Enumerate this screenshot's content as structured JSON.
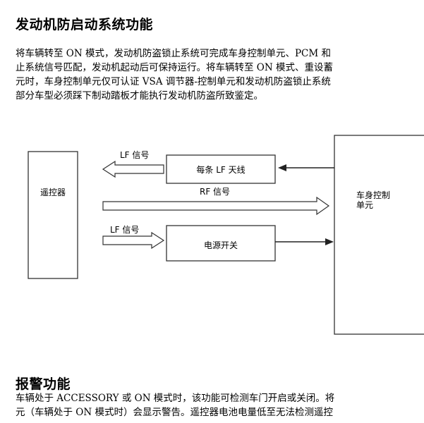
{
  "section1": {
    "title": "发动机防启动系统功能",
    "lines": [
      "将车辆转至  ON 模式，发动机防盗锁止系统可完成车身控制单元、PCM 和",
      "止系统信号匹配，发动机起动后可保持运行。将车辆转至  ON 模式、重设蓄",
      "元时，车身控制单元仅可认证  VSA 调节器-控制单元和发动机防盗锁止系统",
      "部分车型必须踩下制动踏板才能执行发动机防盗所致鉴定。"
    ]
  },
  "diagram": {
    "remote_label": "遥控器",
    "antenna_label": "每条 LF 天线",
    "power_switch_label": "电源开关",
    "body_control_label_line1": "车身控制",
    "body_control_label_line2": "单元",
    "lf_signal_top": "LF 信号",
    "rf_signal": "RF 信号",
    "lf_signal_bottom": "LF 信号"
  },
  "section2": {
    "title": "报警功能",
    "lines": [
      "车辆处于  ACCESSORY 或  ON 模式时，该功能可检测车门开启或关闭。将",
      "元（车辆处于  ON 模式时）会显示警告。遥控器电池电量低至无法检测遥控"
    ]
  }
}
